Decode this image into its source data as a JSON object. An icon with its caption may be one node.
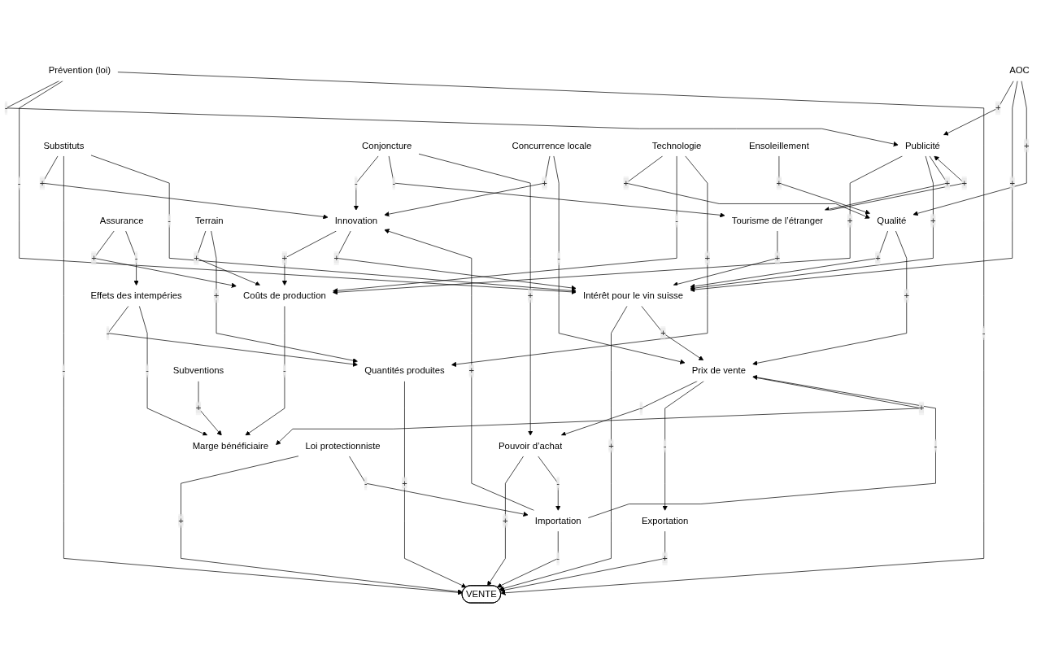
{
  "diagram": {
    "nodes": [
      {
        "text": [
          "Innovation"
        ]
      },
      {
        "text": [
          "Publicité"
        ]
      },
      {
        "text": [
          "Substituts"
        ]
      },
      {
        "text": [
          "Tourisme de l’étranger"
        ]
      },
      {
        "text": [
          "Conjoncture"
        ]
      },
      {
        "text": [
          "AOC"
        ]
      },
      {
        "text": [
          "Concurrence locale"
        ]
      },
      {
        "text": [
          "Intérêt pour le vin suisse"
        ]
      },
      {
        "text": [
          "Assurance"
        ]
      },
      {
        "text": [
          "Technologie"
        ]
      },
      {
        "text": [
          "Prévention (loi)"
        ]
      },
      {
        "text": [
          "Coûts de production"
        ]
      },
      {
        "text": [
          "Qualité"
        ]
      },
      {
        "text": [
          "Terrain"
        ]
      },
      {
        "text": [
          "Pouvoir d’achat"
        ]
      },
      {
        "text": [
          "Ensoleillement"
        ]
      },
      {
        "text": [
          "VENTE"
        ]
      },
      {
        "text": [
          "Prix de vente"
        ]
      },
      {
        "text": [
          "Effets des intempéries"
        ]
      },
      {
        "text": [
          "Importation"
        ]
      },
      {
        "text": [
          "Exportation"
        ]
      },
      {
        "text": [
          "Quantités produites"
        ]
      },
      {
        "text": [
          "Marge bénéficiaire"
        ]
      },
      {
        "text": [
          "Loi protectionniste"
        ]
      },
      {
        "text": [
          "Subventions"
        ]
      }
    ],
    "edges": [
      {
        "from": 4,
        "to": 0,
        "arrow": "to",
        "label": "-"
      },
      {
        "from": 19,
        "to": 0,
        "arrow": "to",
        "label": "+"
      },
      {
        "from": 6,
        "to": 0,
        "arrow": "to",
        "label": "+"
      },
      {
        "from": 2,
        "to": 0,
        "arrow": "to",
        "label": "+"
      },
      {
        "from": 1,
        "to": 11,
        "arrow": "to",
        "label": "+"
      },
      {
        "from": 3,
        "to": 1,
        "arrow": "to",
        "label": "+"
      },
      {
        "from": 3,
        "to": 7,
        "arrow": "to",
        "label": "+"
      },
      {
        "from": 2,
        "to": 16,
        "arrow": "to",
        "label": "-"
      },
      {
        "from": 1,
        "to": 7,
        "arrow": "to",
        "label": "+"
      },
      {
        "from": 1,
        "to": 3,
        "arrow": "to",
        "label": "+"
      },
      {
        "from": 4,
        "to": 3,
        "arrow": "to",
        "label": "-"
      },
      {
        "from": 4,
        "to": 14,
        "arrow": "to",
        "label": "+"
      },
      {
        "from": 5,
        "to": 1,
        "arrow": "to",
        "label": "+"
      },
      {
        "from": 5,
        "to": 7,
        "arrow": "to",
        "label": "+"
      },
      {
        "from": 5,
        "to": 12,
        "arrow": "to",
        "label": "+"
      },
      {
        "from": 10,
        "to": 1,
        "arrow": "to",
        "label": "-"
      },
      {
        "from": 10,
        "to": 7,
        "arrow": "to",
        "label": "-"
      },
      {
        "from": 10,
        "to": 16,
        "arrow": "to",
        "label": "-"
      },
      {
        "from": 12,
        "to": 7,
        "arrow": "to",
        "label": "+"
      },
      {
        "from": 15,
        "to": 12,
        "arrow": "to",
        "label": "+"
      },
      {
        "from": 9,
        "to": 12,
        "arrow": "to",
        "label": "+"
      },
      {
        "from": 9,
        "to": 11,
        "arrow": "to",
        "label": "-"
      },
      {
        "from": 9,
        "to": 21,
        "arrow": "to",
        "label": "+"
      },
      {
        "from": 0,
        "to": 11,
        "arrow": "to",
        "label": "+"
      },
      {
        "from": 8,
        "to": 11,
        "arrow": "to",
        "label": "+"
      },
      {
        "from": 13,
        "to": 11,
        "arrow": "to",
        "label": "+"
      },
      {
        "from": 8,
        "to": 18,
        "arrow": "to",
        "label": "-"
      },
      {
        "from": 13,
        "to": 21,
        "arrow": "to",
        "label": "+"
      },
      {
        "from": 18,
        "to": 21,
        "arrow": "to",
        "label": "-"
      },
      {
        "from": 18,
        "to": 22,
        "arrow": "to",
        "label": "-"
      },
      {
        "from": 11,
        "to": 22,
        "arrow": "to",
        "label": "-"
      },
      {
        "from": 21,
        "to": 16,
        "arrow": "to",
        "label": "+"
      },
      {
        "from": 0,
        "to": 7,
        "arrow": "to",
        "label": "+"
      },
      {
        "from": 6,
        "to": 17,
        "arrow": "to",
        "label": "-"
      },
      {
        "from": 17,
        "to": 14,
        "arrow": "to",
        "label": "-"
      },
      {
        "from": 14,
        "to": 16,
        "arrow": "to",
        "label": "+"
      },
      {
        "from": 7,
        "to": 16,
        "arrow": "to",
        "label": "+"
      },
      {
        "from": 7,
        "to": 17,
        "arrow": "to",
        "label": "+"
      },
      {
        "from": 19,
        "to": 17,
        "arrow": "to",
        "label": "-"
      },
      {
        "from": 14,
        "to": 19,
        "arrow": "to",
        "label": "-"
      },
      {
        "from": 17,
        "to": 20,
        "arrow": "to",
        "label": "-"
      },
      {
        "from": 17,
        "to": 22,
        "arrow": "to",
        "label": "+"
      },
      {
        "from": 24,
        "to": 22,
        "arrow": "to",
        "label": "+"
      },
      {
        "from": 23,
        "to": 16,
        "arrow": "to",
        "label": "+"
      },
      {
        "from": 23,
        "to": 19,
        "arrow": "to",
        "label": "-"
      },
      {
        "from": 20,
        "to": 16,
        "arrow": "to",
        "label": "+"
      },
      {
        "from": 12,
        "to": 17,
        "arrow": "to",
        "label": "+"
      },
      {
        "from": 19,
        "to": 16,
        "arrow": "to",
        "label": "-"
      },
      {
        "from": 2,
        "to": 7,
        "arrow": "to",
        "label": "-"
      }
    ]
  }
}
